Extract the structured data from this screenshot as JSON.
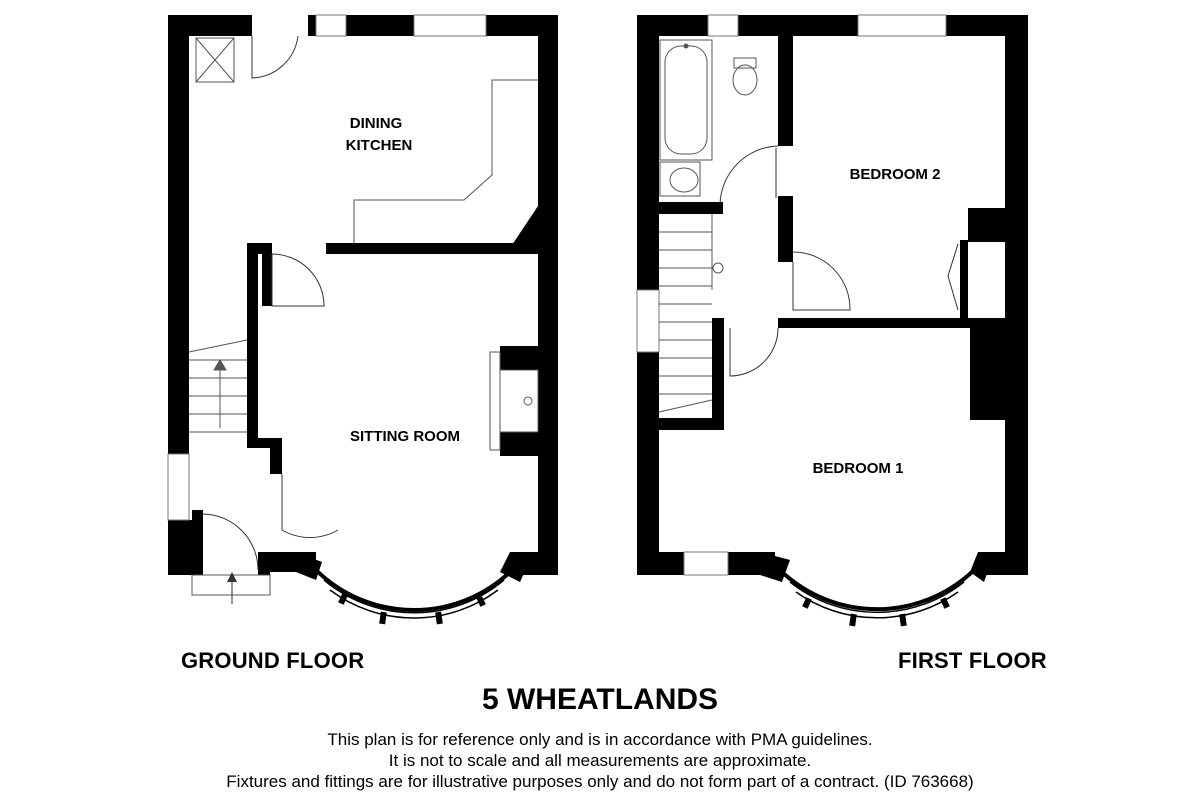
{
  "rooms": {
    "dining_kitchen_line1": "DINING",
    "dining_kitchen_line2": "KITCHEN",
    "sitting_room": "SITTING ROOM",
    "bedroom_2": "BEDROOM 2",
    "bedroom_1": "BEDROOM 1"
  },
  "floors": {
    "ground": "GROUND FLOOR",
    "first": "FIRST FLOOR"
  },
  "title": "5 WHEATLANDS",
  "disclaimer": [
    "This plan is for reference only and is in accordance with PMA guidelines.",
    "It is not to scale and all measurements are approximate.",
    "Fixtures and fittings are for illustrative purposes only and do not form part of a contract. (ID 763668)"
  ],
  "colors": {
    "wall": "#000000",
    "background": "#ffffff",
    "fixture_line": "#555555"
  }
}
